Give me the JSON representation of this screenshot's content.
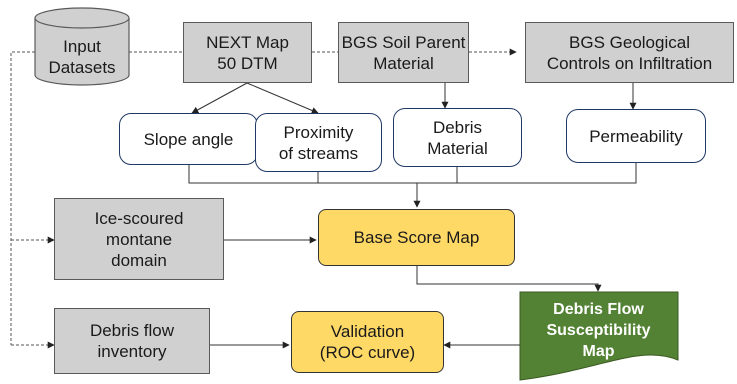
{
  "nodes": {
    "input_datasets": "Input\nDatasets",
    "nextmap": "NEXT Map\n50 DTM",
    "bgs_soil": "BGS Soil Parent\nMaterial",
    "bgs_geo": "BGS Geological\nControls on Infiltration",
    "slope": "Slope angle",
    "proximity": "Proximity\nof streams",
    "debris_material": "Debris\nMaterial",
    "permeability": "Permeability",
    "ice_scoured": "Ice-scoured\nmontane\ndomain",
    "base_score": "Base Score Map",
    "debris_inventory": "Debris flow\ninventory",
    "validation": "Validation\n(ROC curve)",
    "susceptibility": "Debris Flow\nSusceptibility\nMap"
  },
  "colors": {
    "input_box": "#d0d0d0",
    "factor_border": "#1f3864",
    "score_box": "#ffd966",
    "output_box": "#548235",
    "connector": "#333333"
  }
}
